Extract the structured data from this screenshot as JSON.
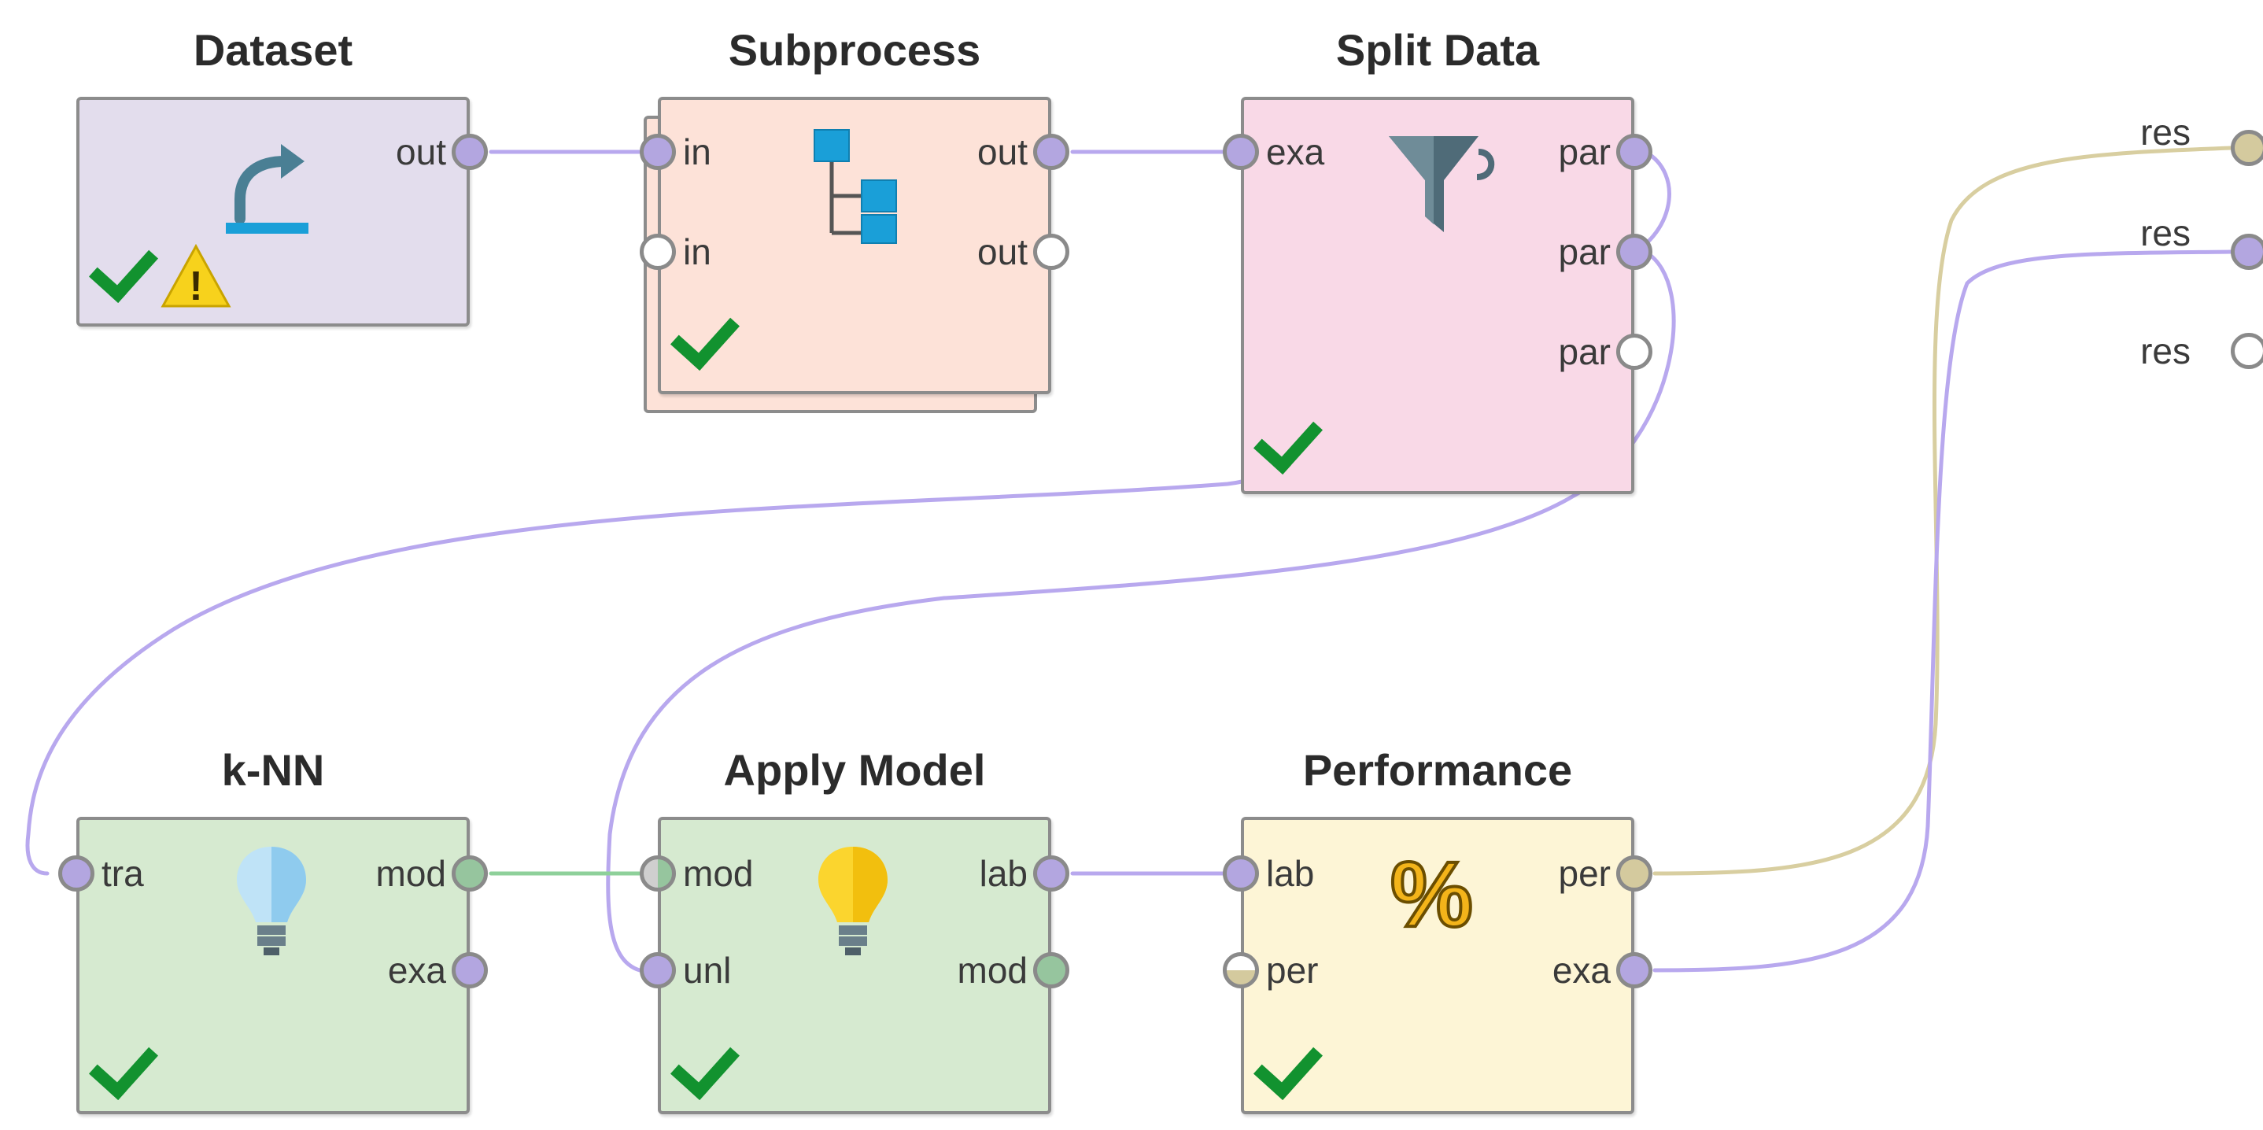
{
  "operators": {
    "dataset": {
      "title": "Dataset",
      "ports": {
        "out": "out"
      },
      "status": [
        "check-icon",
        "warning-icon"
      ],
      "warning_mark": "!",
      "color": "#e3dded",
      "icon": "retrieve-arrow-icon"
    },
    "subprocess": {
      "title": "Subprocess",
      "ports": {
        "in1": "in",
        "in2": "in",
        "out1": "out",
        "out2": "out"
      },
      "status": [
        "check-icon"
      ],
      "color": "#fde2d8",
      "icon": "subprocess-tree-icon"
    },
    "split_data": {
      "title": "Split Data",
      "ports": {
        "exa": "exa",
        "par1": "par",
        "par2": "par",
        "par3": "par"
      },
      "status": [
        "check-icon"
      ],
      "color": "#f9d9e7",
      "icon": "funnel-icon"
    },
    "knn": {
      "title": "k-NN",
      "ports": {
        "tra": "tra",
        "mod": "mod",
        "exa": "exa"
      },
      "status": [
        "check-icon"
      ],
      "color": "#d6ead0",
      "icon": "lightbulb-blue-icon"
    },
    "apply_model": {
      "title": "Apply Model",
      "ports": {
        "mod": "mod",
        "unl": "unl",
        "lab": "lab",
        "mod_out": "mod"
      },
      "status": [
        "check-icon"
      ],
      "color": "#d6ead0",
      "icon": "lightbulb-yellow-icon"
    },
    "performance": {
      "title": "Performance",
      "ports": {
        "lab": "lab",
        "per_in": "per",
        "per_out": "per",
        "exa": "exa"
      },
      "status": [
        "check-icon"
      ],
      "color": "#fdf5d6",
      "icon": "percent-icon",
      "icon_glyph": "%"
    }
  },
  "result_ports": [
    "res",
    "res",
    "res"
  ],
  "colors": {
    "wire_example": "#b8a8ee",
    "wire_model": "#8ed09a",
    "wire_performance": "#d8cea0",
    "port_example": "#b3a6e0",
    "port_model": "#96c59e",
    "port_performance": "#d4ca9e",
    "check": "#12922f",
    "warning": "#f7d21c"
  }
}
